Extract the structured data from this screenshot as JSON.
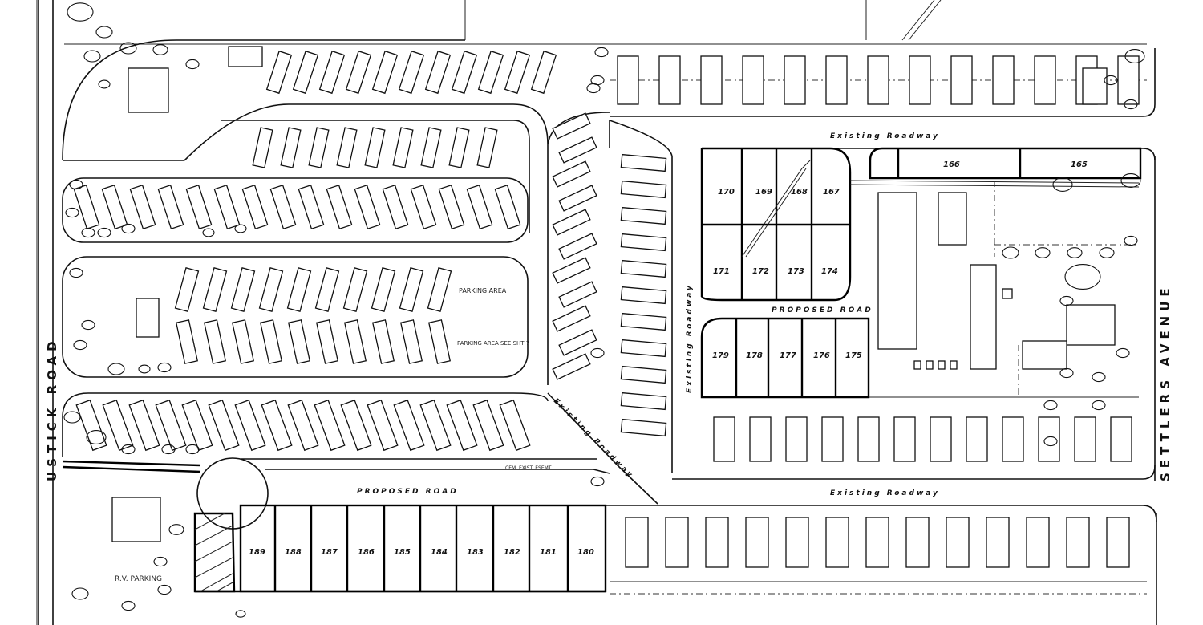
{
  "streets": {
    "left": "USTICK   ROAD",
    "right": "SETTLERS   AVENUE"
  },
  "roads": {
    "existing_top": "Existing   Roadway",
    "existing_bottom": "Existing   Roadway",
    "existing_diagonal": "Existing   Roadway",
    "existing_vertical": "Existing   Roadway",
    "proposed_main": "PROPOSED   ROAD",
    "proposed_upper": "PROPOSED  ROAD"
  },
  "annotations": {
    "rv_parking": "R.V. PARKING",
    "parking_area": "PARKING AREA",
    "parking_area_2": "PARKING AREA SEE SHT 7",
    "existing_easement": "CEM. EXIST. ESEMT."
  },
  "lots": {
    "top_row": [
      "170",
      "169",
      "168",
      "167"
    ],
    "top_right": [
      "166",
      "165"
    ],
    "middle_row": [
      "171",
      "172",
      "173",
      "174"
    ],
    "lower_row": [
      "179",
      "178",
      "177",
      "176",
      "175"
    ],
    "bottom_row": [
      "189",
      "188",
      "187",
      "186",
      "185",
      "184",
      "183",
      "182",
      "181",
      "180"
    ]
  }
}
